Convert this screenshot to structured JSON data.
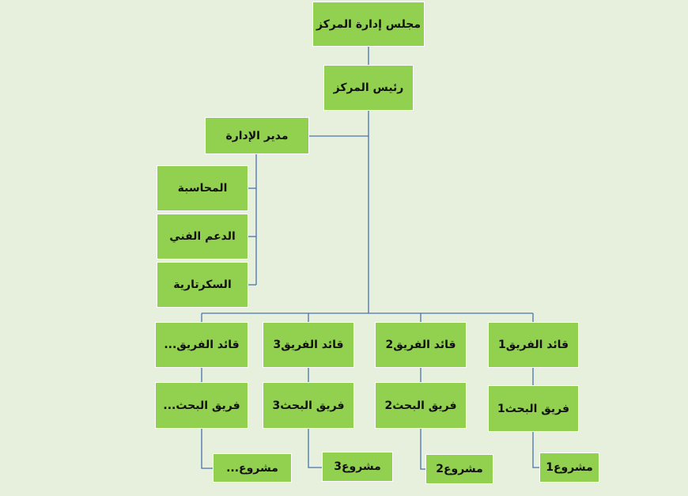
{
  "colors": {
    "background": "#e6f0dc",
    "box_fill": "#92d050",
    "connector": "#4a72b0"
  },
  "org": {
    "board": "مجلس إدارة المركز",
    "director": "رئيس المركز",
    "admin_manager": "مدير الإدارة",
    "admin_units": [
      "المحاسبة",
      "الدعم الفني",
      "السكرتارية"
    ],
    "teams": [
      {
        "leader": "قائد الفريق1",
        "research": "فريق البحث1",
        "project": "مشروع1"
      },
      {
        "leader": "قائد الفريق2",
        "research": "فريق البحث2",
        "project": "مشروع2"
      },
      {
        "leader": "قائد الفريق3",
        "research": "فريق البحث3",
        "project": "مشروع3"
      },
      {
        "leader": "قائد الفريق...",
        "research": "فريق البحث...",
        "project": "مشروع..."
      }
    ]
  }
}
